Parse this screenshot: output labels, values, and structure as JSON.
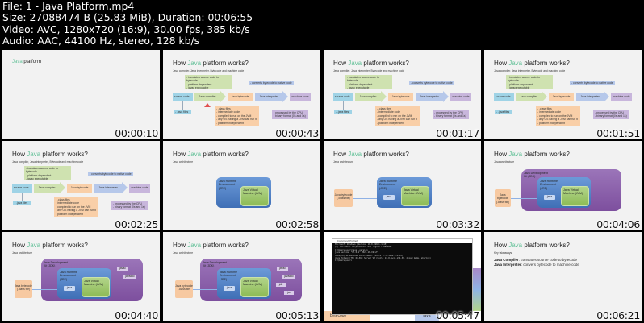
{
  "header": {
    "file": "File: 1 - Java Platform.mp4",
    "size": "Size: 27088474 B (25.83 MiB), Duration: 00:06:55",
    "video": "Video: AVC, 1280x720 (16:9), 30.00 fps, 385 kb/s",
    "audio": "Audio: AAC, 44100 Hz, stereo, 128 kb/s"
  },
  "slide_common": {
    "title_pre": "How ",
    "title_java": "Java",
    "title_post": " platform works?",
    "sub_flow": "Java compiler, Java interpreter, Bytecode and machine code",
    "sub_arch": "Java architecture",
    "sub_defs": "Key takeaways"
  },
  "flow": {
    "compiler_notes": [
      "- translates source code to bytecode",
      "- platform dependent",
      "- javac executable"
    ],
    "interp_note": "- converts bytecode to native code",
    "source_code": "source code",
    "java_compiler": "Java compiler",
    "java_bytecode": "Java bytecode",
    "java_interpreter": "Java interpreter",
    "machine_code": "machine code",
    "java_files": "- .java files",
    "bytecode_notes": [
      "- .class files",
      "- intermediate code",
      "- compiled to run on the JVM",
      "- any OS having a JVM can run it",
      "- platform independent"
    ],
    "machine_notes": [
      "- processed by the CPU",
      "- binary format (0s and 1s)"
    ]
  },
  "arch": {
    "jdk": "Java Development Kit (JDK)",
    "jre": "Java Runtime Environment (JRE)",
    "jvm": "Java Virtual Machine (JVM)",
    "java_cmd": "java",
    "bytecode": "Java bytecode (.class file)",
    "tools": [
      "javac",
      "javadoc",
      "jdb",
      "jar"
    ]
  },
  "intro": {
    "title_java": "Java",
    "title_post": " platform"
  },
  "cmd": {
    "window_title": "Command Prompt",
    "lines": [
      "Microsoft Windows [Version 10.0.19041.1415]",
      "(c) Microsoft Corporation. All rights reserved.",
      "",
      "C:\\Users\\user>java -version",
      "java version \"17.0.1\" 2021-10-19 LTS",
      "Java(TM) SE Runtime Environment (build 17.0.1+12-LTS-39)",
      "Java HotSpot(TM) 64-Bit Server VM (build 17.0.1+12-LTS-39, mixed mode, sharing)",
      "",
      "C:\\Users\\user>"
    ],
    "bg_bytecode": "bytecode",
    "bg_java": "java"
  },
  "defs": {
    "compiler_label": "Java Compiler",
    "compiler_text": ": translates source code to bytecode",
    "interp_label": "Java Interpreter",
    "interp_text": ": convers bytecode to machine code"
  },
  "thumbnails": [
    {
      "timestamp": "00:00:10"
    },
    {
      "timestamp": "00:00:43"
    },
    {
      "timestamp": "00:01:17"
    },
    {
      "timestamp": "00:01:51"
    },
    {
      "timestamp": "00:02:25"
    },
    {
      "timestamp": "00:02:58"
    },
    {
      "timestamp": "00:03:32"
    },
    {
      "timestamp": "00:04:06"
    },
    {
      "timestamp": "00:04:40"
    },
    {
      "timestamp": "00:05:13"
    },
    {
      "timestamp": "00:05:47"
    },
    {
      "timestamp": "00:06:21"
    }
  ]
}
